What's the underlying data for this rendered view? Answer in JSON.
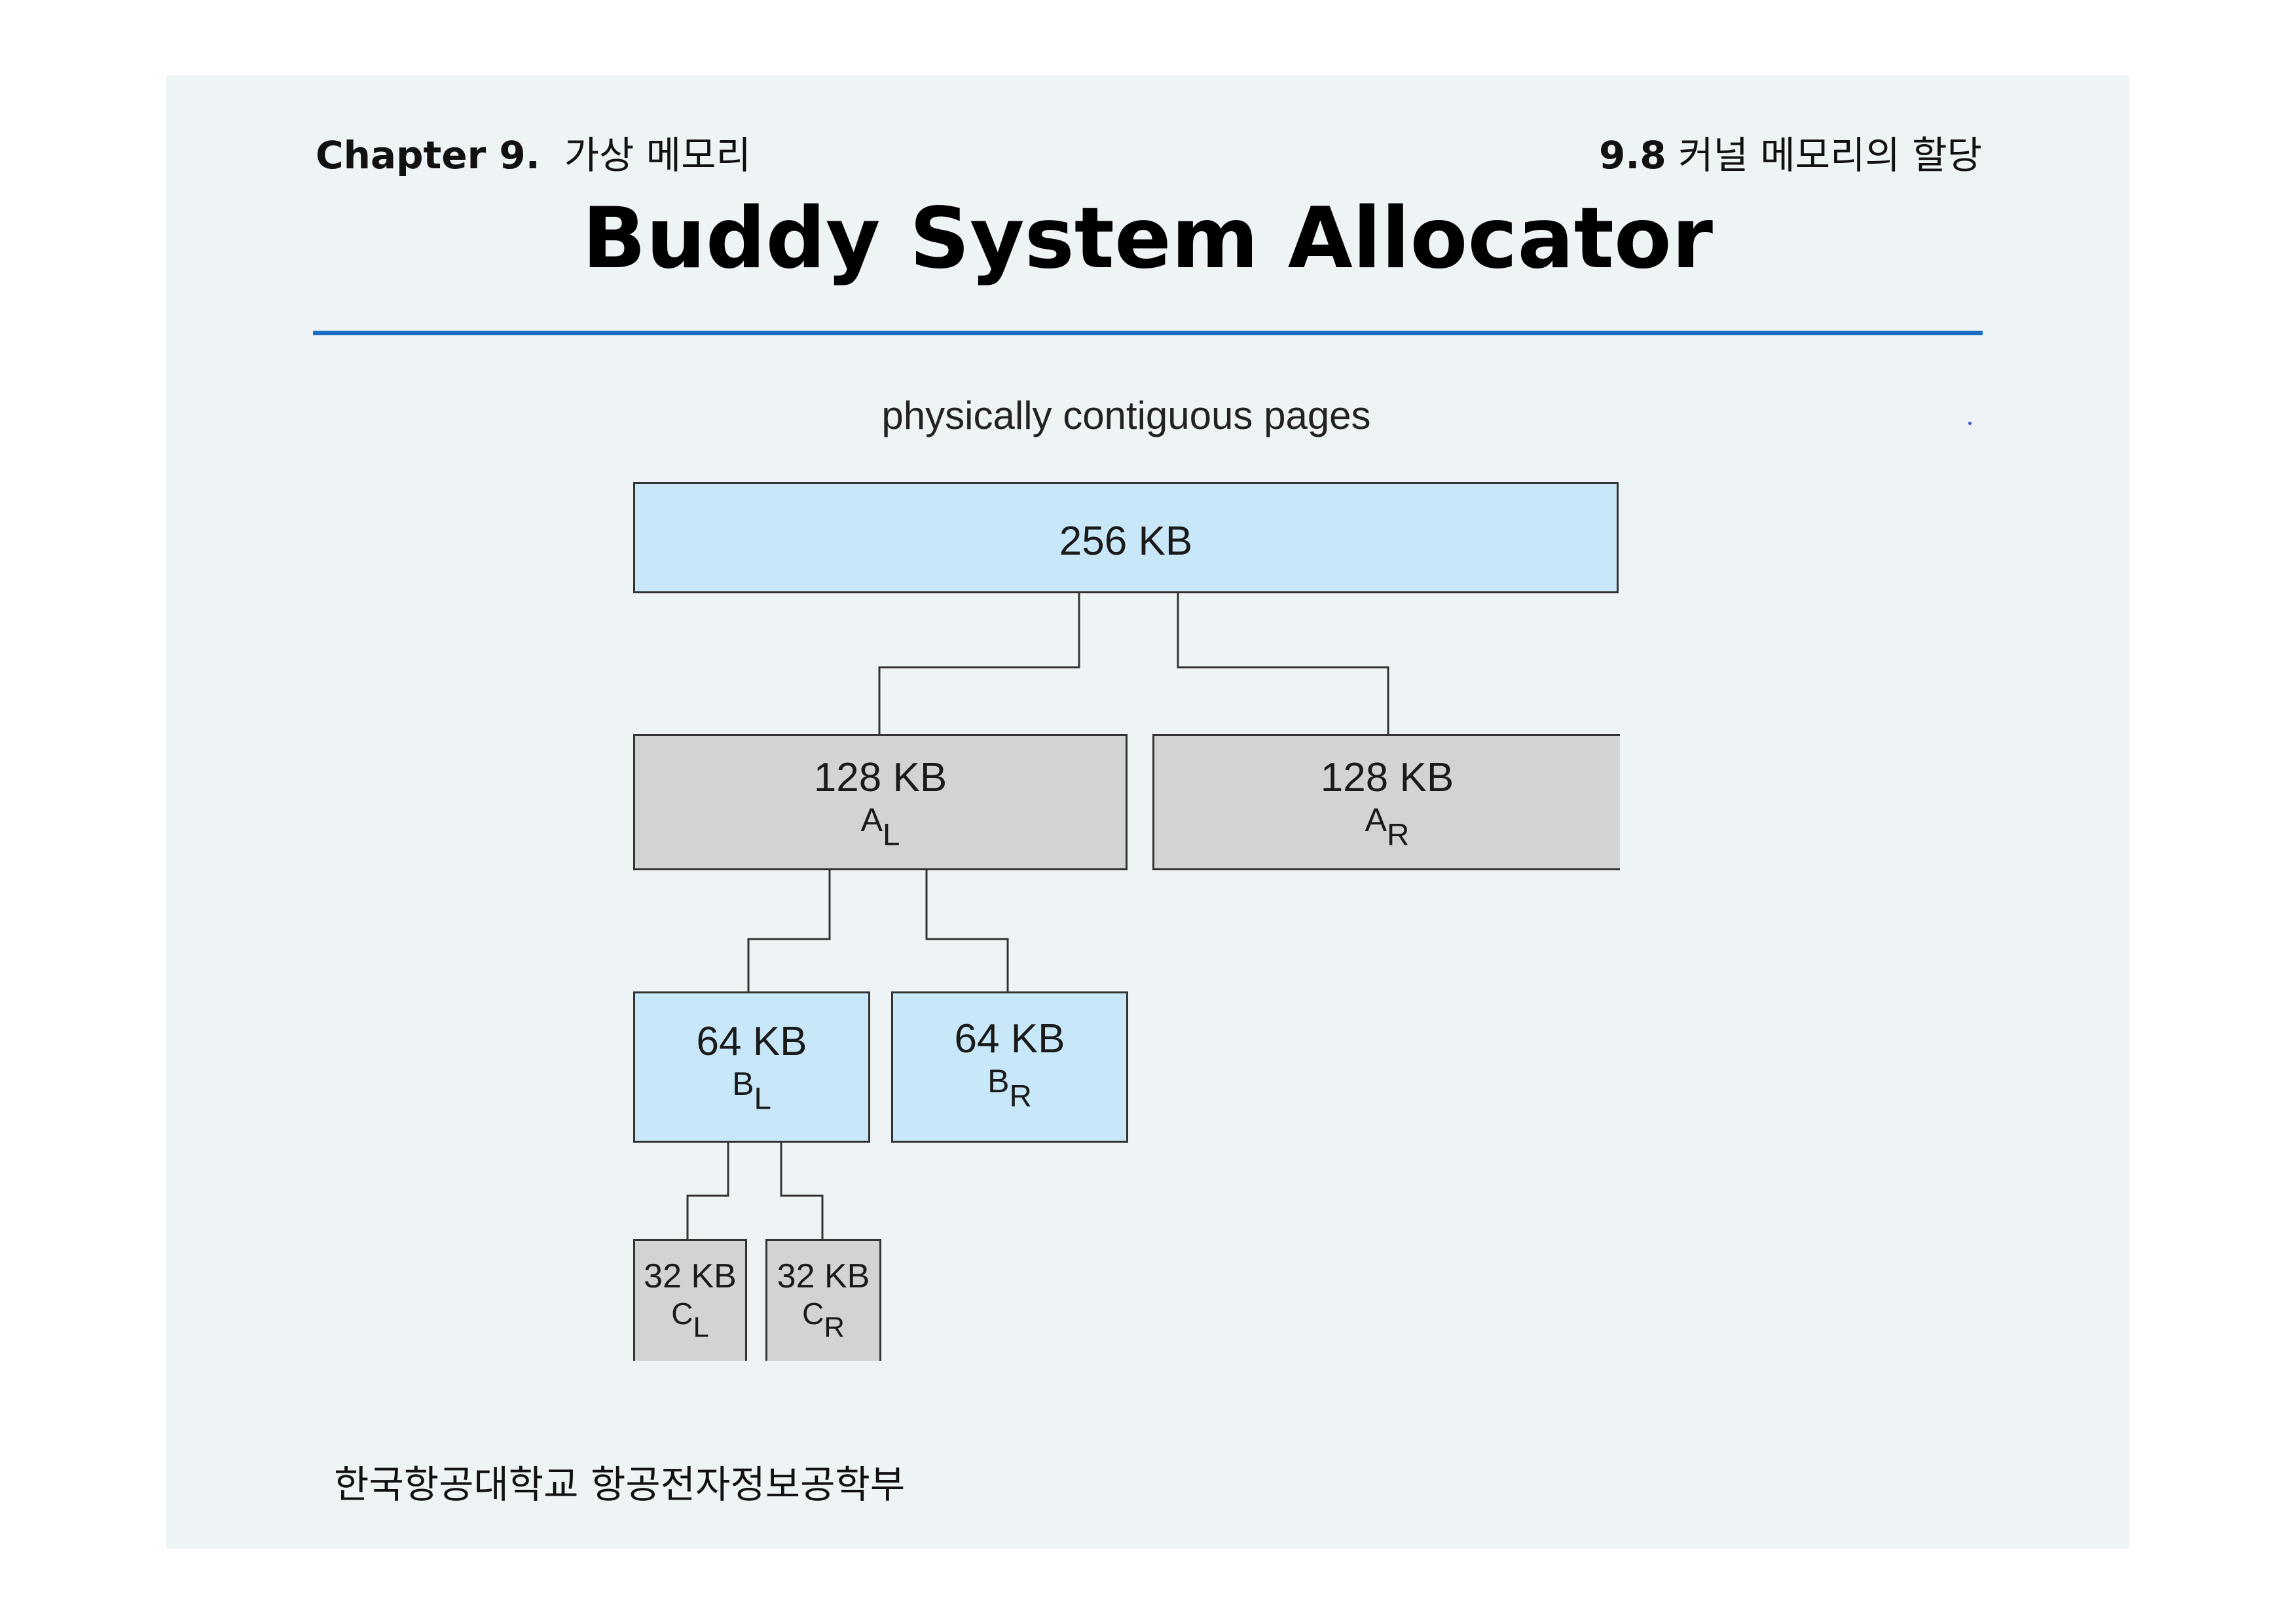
{
  "header": {
    "chapter_label": "Chapter 9.",
    "chapter_title": "가상 메모리",
    "section_number": "9.8",
    "section_title": "커널 메모리의 할당"
  },
  "title": "Buddy System Allocator",
  "colors": {
    "rule": "#1a6fc4",
    "block_blue": "#c8e7f8",
    "block_gray": "#d1d3d4",
    "slide_background": "#eef3f6"
  },
  "diagram": {
    "caption": "physically contiguous pages",
    "root": {
      "size": "256 KB"
    },
    "level1": [
      {
        "size": "128 KB",
        "letter": "A",
        "side": "L"
      },
      {
        "size": "128 KB",
        "letter": "A",
        "side": "R"
      }
    ],
    "level2": [
      {
        "size": "64 KB",
        "letter": "B",
        "side": "L"
      },
      {
        "size": "64 KB",
        "letter": "B",
        "side": "R"
      }
    ],
    "level3": [
      {
        "size": "32 KB",
        "letter": "C",
        "side": "L"
      },
      {
        "size": "32 KB",
        "letter": "C",
        "side": "R"
      }
    ]
  },
  "footer": "한국항공대학교 항공전자정보공학부"
}
